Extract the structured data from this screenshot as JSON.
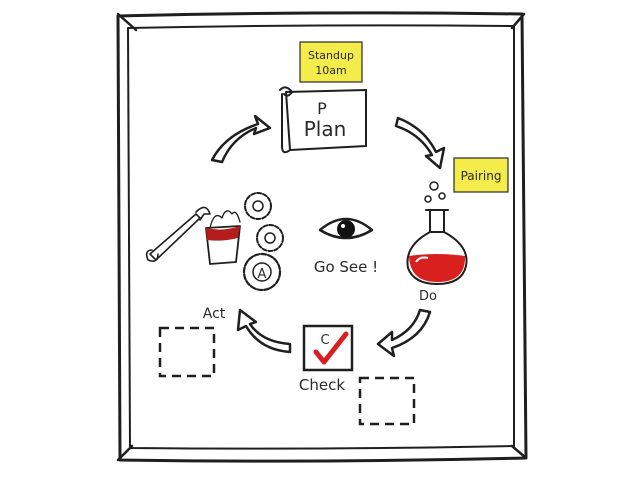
{
  "diagram": {
    "plan": {
      "letter": "P",
      "label": "Plan"
    },
    "do": {
      "label": "Do"
    },
    "check": {
      "letter": "C",
      "label": "Check"
    },
    "act": {
      "letter": "A",
      "label": "Act"
    },
    "center": {
      "label": "Go See !"
    },
    "sticky_notes": [
      {
        "line1": "Standup",
        "line2": "10am"
      },
      {
        "line1": "Pairing"
      }
    ],
    "colors": {
      "sticky": "#f4ec4a",
      "flask_liquid": "#d9201e",
      "check_mark": "#d9201e",
      "bucket_paint": "#b51d1d",
      "ink": "#1f1f1f"
    }
  }
}
